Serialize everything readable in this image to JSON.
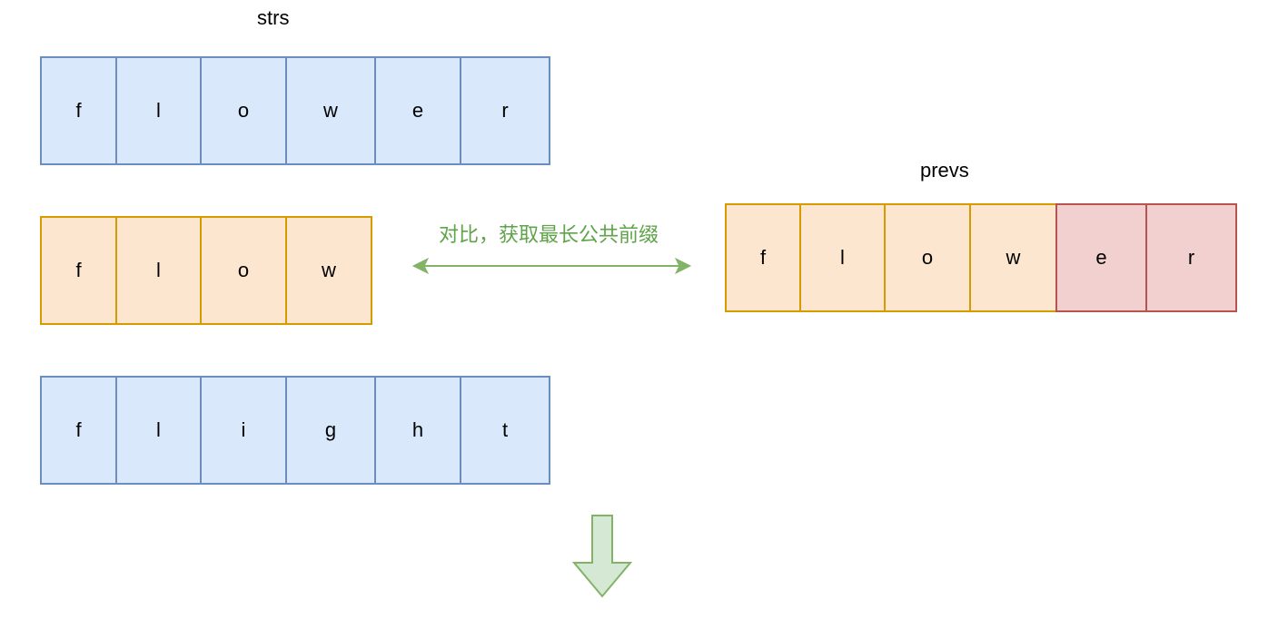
{
  "labels": {
    "strs": "strs",
    "prevs": "prevs",
    "compare": "对比，获取最长公共前缀"
  },
  "strs_rows": [
    {
      "chars": [
        "f",
        "l",
        "o",
        "w",
        "e",
        "r"
      ],
      "colors": [
        "blue",
        "blue",
        "blue",
        "blue",
        "blue",
        "blue"
      ]
    },
    {
      "chars": [
        "f",
        "l",
        "o",
        "w"
      ],
      "colors": [
        "orange",
        "orange",
        "orange",
        "orange"
      ]
    },
    {
      "chars": [
        "f",
        "l",
        "i",
        "g",
        "h",
        "t"
      ],
      "colors": [
        "blue",
        "blue",
        "blue",
        "blue",
        "blue",
        "blue"
      ]
    }
  ],
  "prevs_row": {
    "chars": [
      "f",
      "l",
      "o",
      "w",
      "e",
      "r"
    ],
    "colors": [
      "orange",
      "orange",
      "orange",
      "orange",
      "red",
      "red"
    ]
  },
  "colors": {
    "blue_fill": "#dae8fc",
    "blue_stroke": "#6c8ebf",
    "orange_fill": "#fce6cf",
    "orange_stroke": "#d79b00",
    "red_fill": "#f2d0cf",
    "red_stroke": "#b85450",
    "arrow_green": "#82b366",
    "down_arrow_fill": "#d5e8d4",
    "text_green": "#5fa34a"
  }
}
